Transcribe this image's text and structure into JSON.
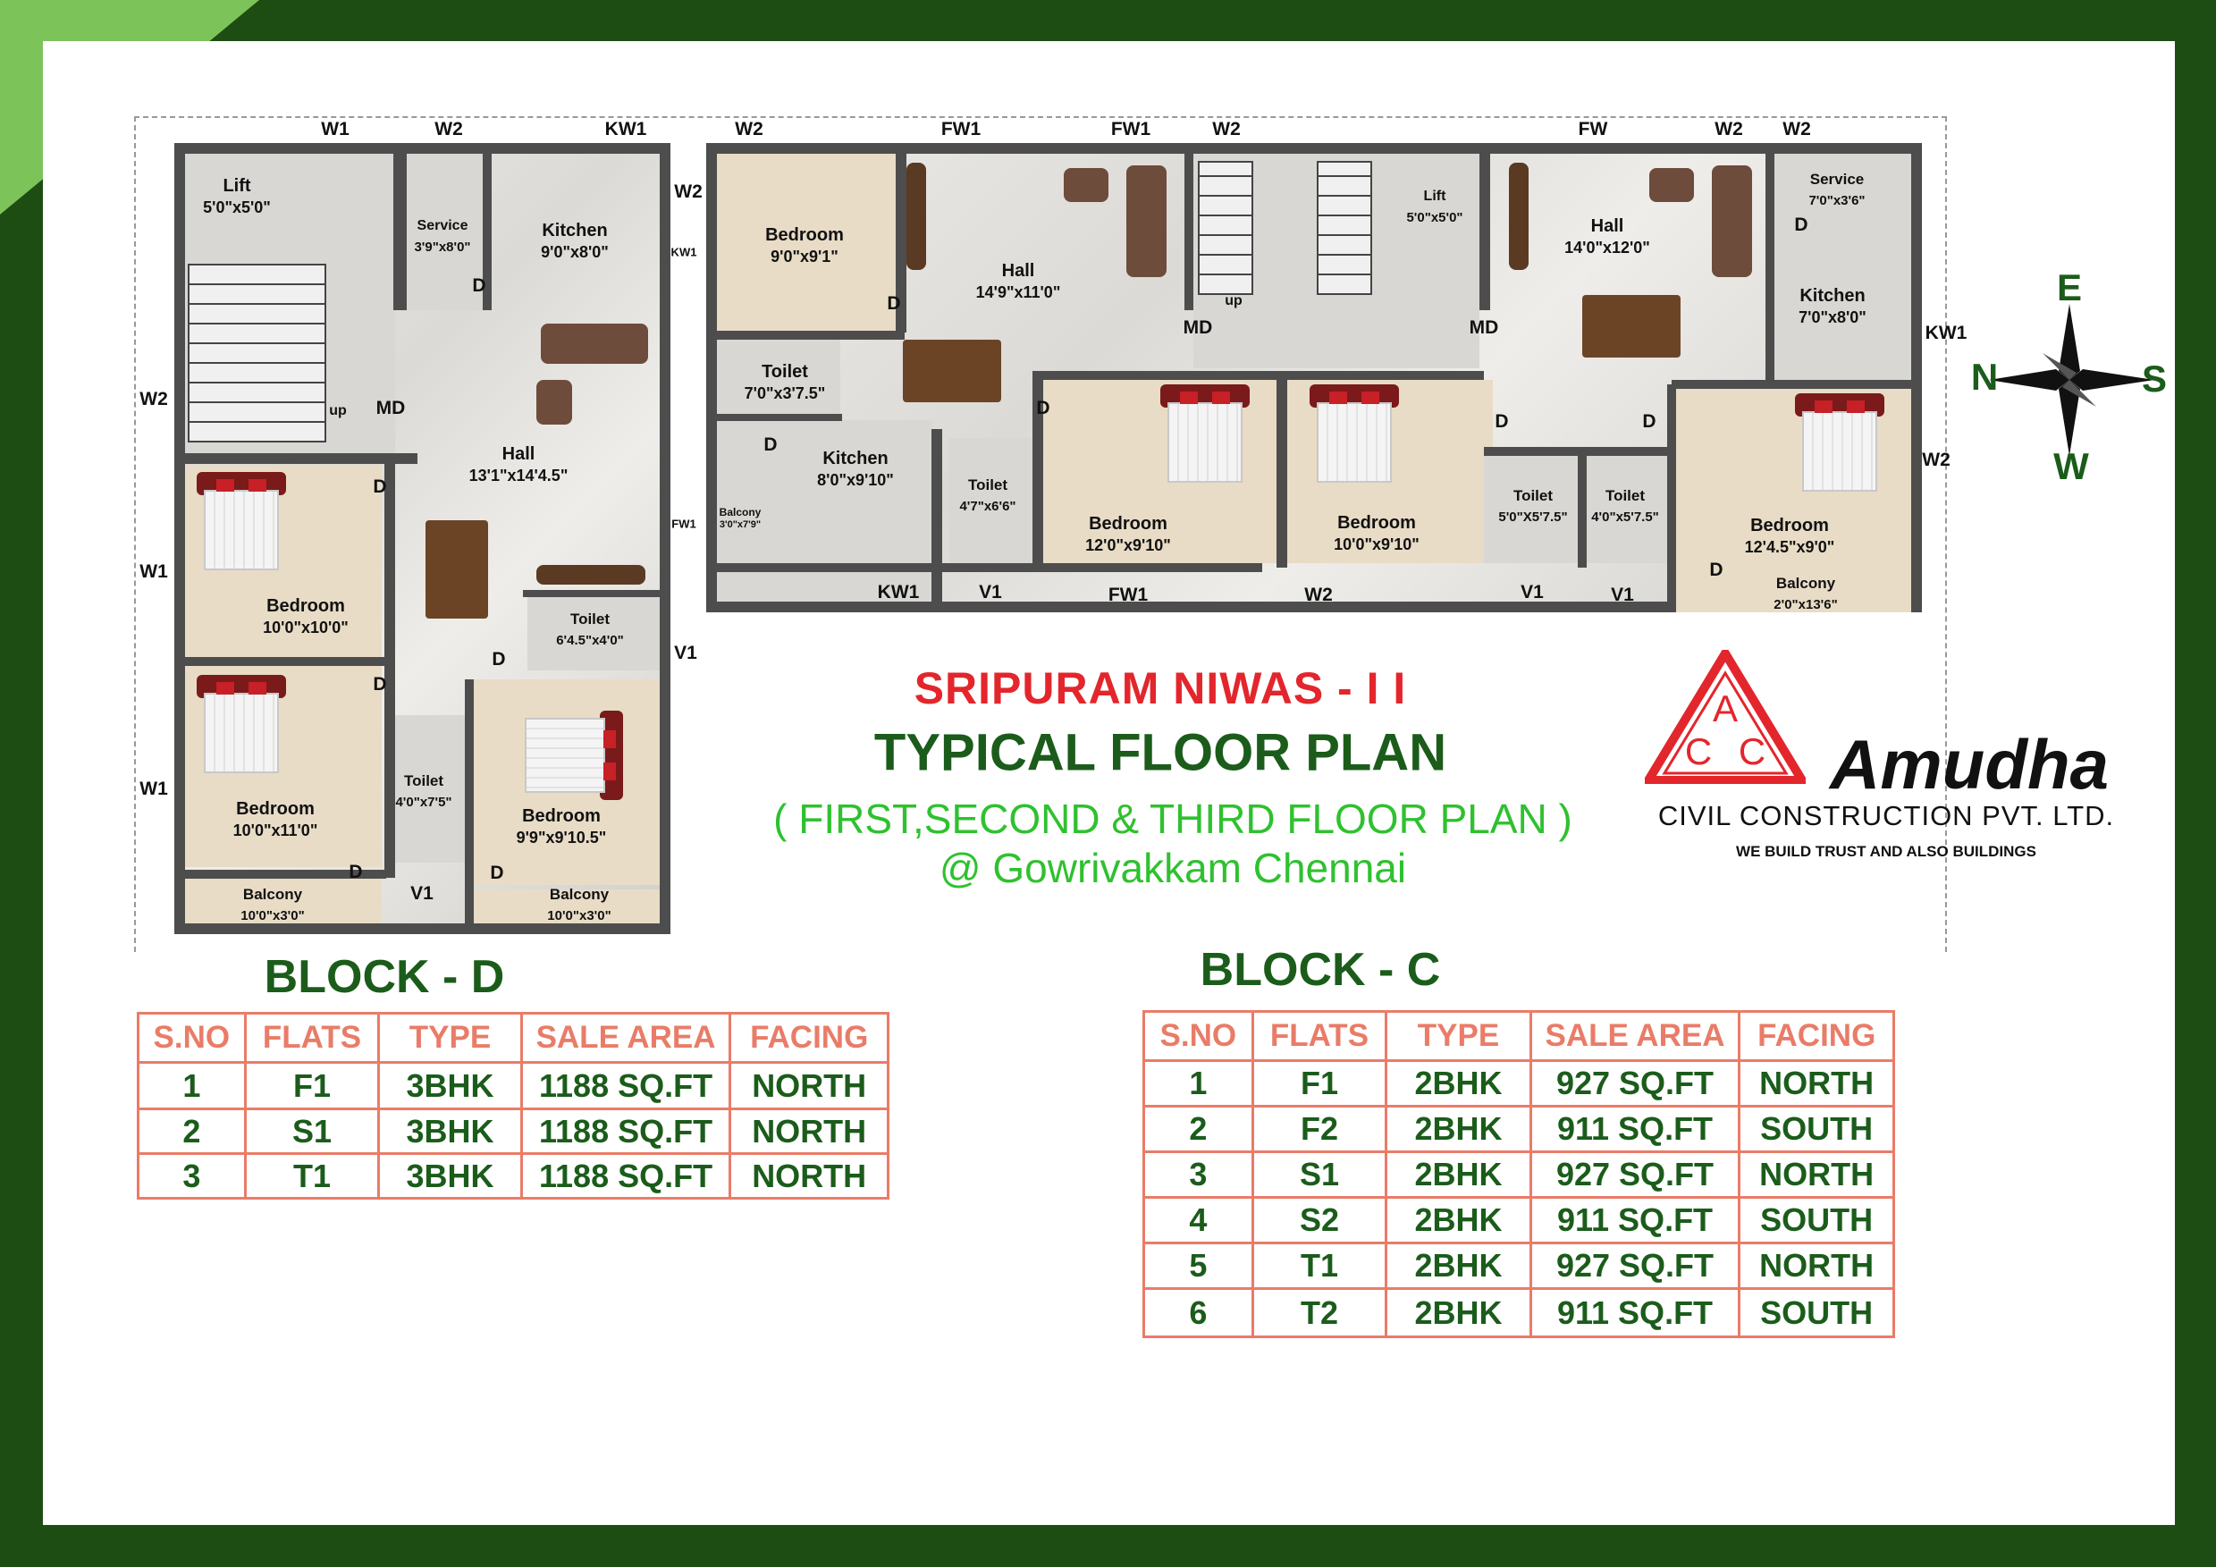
{
  "project": {
    "title": "SRIPURAM NIWAS - I I",
    "subtitle": "TYPICAL FLOOR PLAN",
    "floors": "( FIRST,SECOND & THIRD FLOOR PLAN )",
    "location": "@ Gowrivakkam Chennai"
  },
  "logo": {
    "letter_a": "A",
    "letter_c1": "C",
    "letter_c2": "C",
    "name": "Amudha",
    "company": "CIVIL CONSTRUCTION PVT. LTD.",
    "tagline": "WE BUILD TRUST AND ALSO BUILDINGS"
  },
  "compass": {
    "top": "E",
    "left": "N",
    "right": "S",
    "bottom": "W"
  },
  "colors": {
    "brand_green": "#1b5c1b",
    "title_red": "#e3262c",
    "accent_light_green": "#2fc12f",
    "table_border": "#e97c68",
    "frame": "#1e4d14"
  },
  "block_d_plan": {
    "windows": [
      "W1",
      "W2",
      "KW1",
      "W2",
      "KW1",
      "W2",
      "W1",
      "FW1",
      "V1",
      "W1",
      "W1",
      "V1"
    ],
    "rooms": {
      "lift": {
        "name": "Lift",
        "dim": "5'0\"x5'0\""
      },
      "service": {
        "name": "Service",
        "dim": "3'9\"x8'0\""
      },
      "kitchen": {
        "name": "Kitchen",
        "dim": "9'0\"x8'0\""
      },
      "hall": {
        "name": "Hall",
        "dim": "13'1\"x14'4.5\""
      },
      "bed1": {
        "name": "Bedroom",
        "dim": "10'0\"x10'0\""
      },
      "bed2": {
        "name": "Bedroom",
        "dim": "10'0\"x11'0\""
      },
      "bed3": {
        "name": "Bedroom",
        "dim": "9'9\"x9'10.5\""
      },
      "toilet1": {
        "name": "Toilet",
        "dim": "6'4.5\"x4'0\""
      },
      "toilet2": {
        "name": "Toilet",
        "dim": "4'0\"x7'5\""
      },
      "balcony1": {
        "name": "Balcony",
        "dim": "10'0\"x3'0\""
      },
      "balcony2": {
        "name": "Balcony",
        "dim": "10'0\"x3'0\""
      }
    },
    "md": "MD",
    "up": "up"
  },
  "block_c_plan": {
    "windows": [
      "W2",
      "FW1",
      "FW1",
      "W2",
      "FW",
      "W2",
      "W2",
      "KW1",
      "W2",
      "KW1",
      "V1",
      "FW1",
      "W2",
      "V1",
      "V1"
    ],
    "rooms": {
      "bed1": {
        "name": "Bedroom",
        "dim": "9'0\"x9'1\""
      },
      "hall1": {
        "name": "Hall",
        "dim": "14'9\"x11'0\""
      },
      "toilet1": {
        "name": "Toilet",
        "dim": "7'0\"x3'7.5\""
      },
      "kitchen1": {
        "name": "Kitchen",
        "dim": "8'0\"x9'10\""
      },
      "balcony1": {
        "name": "Balcony",
        "dim": "3'0\"x7'9\""
      },
      "toilet2": {
        "name": "Toilet",
        "dim": "4'7\"x6'6\""
      },
      "bed2": {
        "name": "Bedroom",
        "dim": "12'0\"x9'10\""
      },
      "lift": {
        "name": "Lift",
        "dim": "5'0\"x5'0\""
      },
      "bed3": {
        "name": "Bedroom",
        "dim": "10'0\"x9'10\""
      },
      "toilet3": {
        "name": "Toilet",
        "dim": "5'0\"X5'7.5\""
      },
      "toilet4": {
        "name": "Toilet",
        "dim": "4'0\"x5'7.5\""
      },
      "hall2": {
        "name": "Hall",
        "dim": "14'0\"x12'0\""
      },
      "service": {
        "name": "Service",
        "dim": "7'0\"x3'6\""
      },
      "kitchen2": {
        "name": "Kitchen",
        "dim": "7'0\"x8'0\""
      },
      "bed4": {
        "name": "Bedroom",
        "dim": "12'4.5\"x9'0\""
      },
      "balcony2": {
        "name": "Balcony",
        "dim": "2'0\"x13'6\""
      }
    },
    "md": "MD",
    "up": "up"
  },
  "block_d": {
    "title": "BLOCK - D",
    "headers": [
      "S.NO",
      "FLATS",
      "TYPE",
      "SALE AREA",
      "FACING"
    ],
    "rows": [
      [
        "1",
        "F1",
        "3BHK",
        "1188 SQ.FT",
        "NORTH"
      ],
      [
        "2",
        "S1",
        "3BHK",
        "1188 SQ.FT",
        "NORTH"
      ],
      [
        "3",
        "T1",
        "3BHK",
        "1188 SQ.FT",
        "NORTH"
      ]
    ]
  },
  "block_c": {
    "title": "BLOCK - C",
    "headers": [
      "S.NO",
      "FLATS",
      "TYPE",
      "SALE AREA",
      "FACING"
    ],
    "rows": [
      [
        "1",
        "F1",
        "2BHK",
        "927 SQ.FT",
        "NORTH"
      ],
      [
        "2",
        "F2",
        "2BHK",
        "911 SQ.FT",
        "SOUTH"
      ],
      [
        "3",
        "S1",
        "2BHK",
        "927 SQ.FT",
        "NORTH"
      ],
      [
        "4",
        "S2",
        "2BHK",
        "911 SQ.FT",
        "SOUTH"
      ],
      [
        "5",
        "T1",
        "2BHK",
        "927 SQ.FT",
        "NORTH"
      ],
      [
        "6",
        "T2",
        "2BHK",
        "911 SQ.FT",
        "SOUTH"
      ]
    ]
  }
}
